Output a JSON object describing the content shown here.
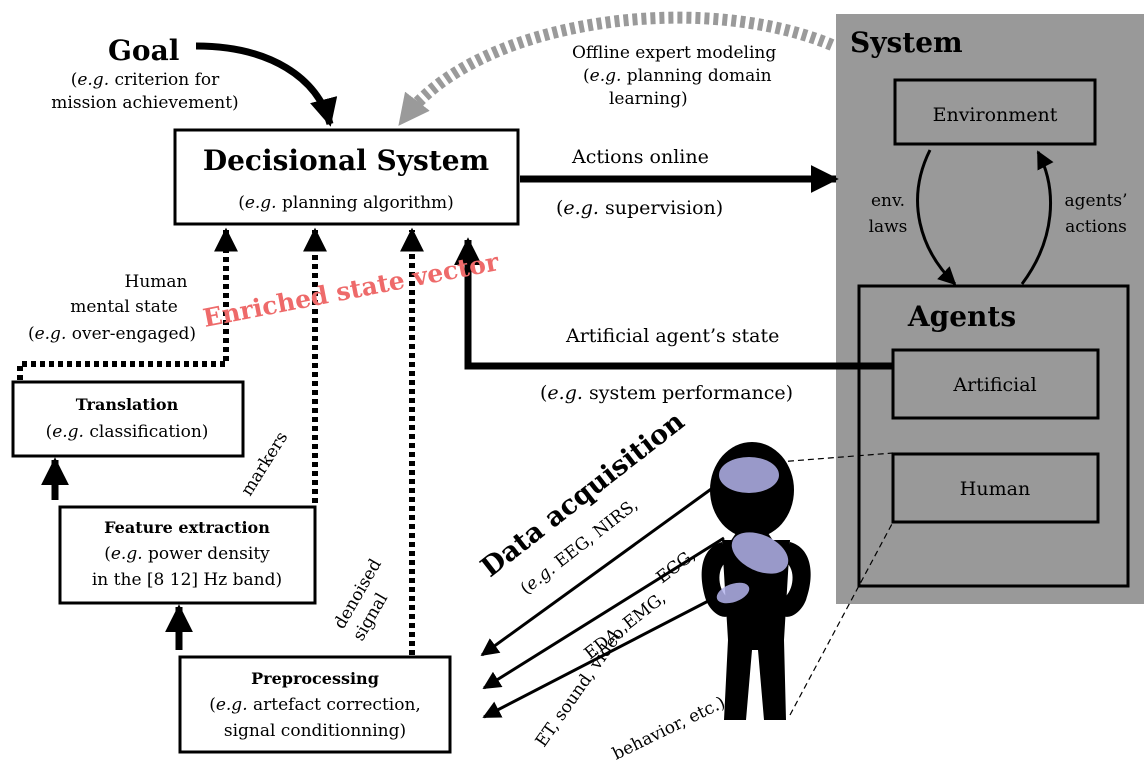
{
  "goal": {
    "title": "Goal",
    "example_prefix": "e.g.",
    "example_rest_line1": " criterion for",
    "example_line2": "mission achievement)"
  },
  "decisional_system": {
    "title": "Decisional System",
    "example_prefix": "e.g.",
    "example_rest": " planning algorithm)"
  },
  "offline_expert": {
    "line1": "Offline expert modeling",
    "prefix": "e.g.",
    "line2_rest": " planning domain",
    "line3": "learning)"
  },
  "actions_online": {
    "label": "Actions online",
    "prefix": "e.g.",
    "rest": " supervision)"
  },
  "system": {
    "title": "System",
    "environment": "Environment",
    "env_laws_line1": "env.",
    "env_laws_line2": "laws",
    "agents_actions_line1": "agents’",
    "agents_actions_line2": "actions",
    "agents_title": "Agents",
    "artificial": "Artificial",
    "human": "Human"
  },
  "human_mental_state": {
    "line1": "Human",
    "line2": "mental state",
    "prefix": "e.g.",
    "rest": " over-engaged)"
  },
  "enriched_state_vector": "Enriched state vector",
  "artificial_state": {
    "label": "Artificial agent’s state",
    "prefix": "e.g.",
    "rest": " system performance)"
  },
  "translation": {
    "title": "Translation",
    "prefix": "e.g.",
    "rest": " classification)"
  },
  "feature_extraction": {
    "title": "Feature extraction",
    "prefix": "e.g.",
    "rest": " power density",
    "line3": "in the [8 12] Hz band)"
  },
  "preprocessing": {
    "title": "Preprocessing",
    "prefix": "e.g.",
    "rest": " artefact correction,",
    "line3": "signal conditionning)"
  },
  "markers": "markers",
  "denoised_signal_line1": "denoised",
  "denoised_signal_line2": "signal",
  "data_acquisition": {
    "title": "Data acquisition",
    "prefix": "e.g.",
    "line1_rest": " EEG, NIRS,",
    "line2": "ECG,",
    "line3": "EDA, EMG,",
    "line4": "ET, sound, video,",
    "line5": "behavior, etc.)"
  },
  "colors": {
    "system_panel": "#999999",
    "offline_arrow": "#9a9a9a",
    "enriched_text": "#ee6a6a",
    "sensor_blob": "#b4b4ec"
  }
}
